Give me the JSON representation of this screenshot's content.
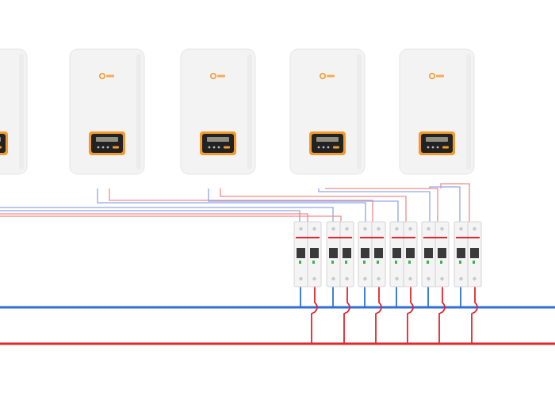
{
  "diagram": {
    "colors": {
      "inverter_body": "#f3f3f3",
      "inverter_edge": "#e6e6e6",
      "accent_orange": "#f39a2c",
      "display_dark": "#222222",
      "dc_blue": "#2f6fd6",
      "ac_red": "#e2262b",
      "wire_blue_light": "#8fa6e6",
      "wire_red_light": "#f08a8a",
      "breaker_body": "#f4f4f4",
      "breaker_dark": "#3a3a3a",
      "breaker_green": "#3cb44b"
    },
    "inverters": [
      {
        "id": "inverter-1",
        "partial": true
      },
      {
        "id": "inverter-2"
      },
      {
        "id": "inverter-3"
      },
      {
        "id": "inverter-4"
      },
      {
        "id": "inverter-5"
      }
    ],
    "breakers": [
      {
        "id": "breaker-1"
      },
      {
        "id": "breaker-2"
      },
      {
        "id": "breaker-3"
      },
      {
        "id": "breaker-4"
      },
      {
        "id": "breaker-5"
      },
      {
        "id": "breaker-6"
      }
    ],
    "busbars": [
      {
        "id": "blue-busbar",
        "color": "dc_blue"
      },
      {
        "id": "red-busbar",
        "color": "ac_red"
      }
    ]
  }
}
